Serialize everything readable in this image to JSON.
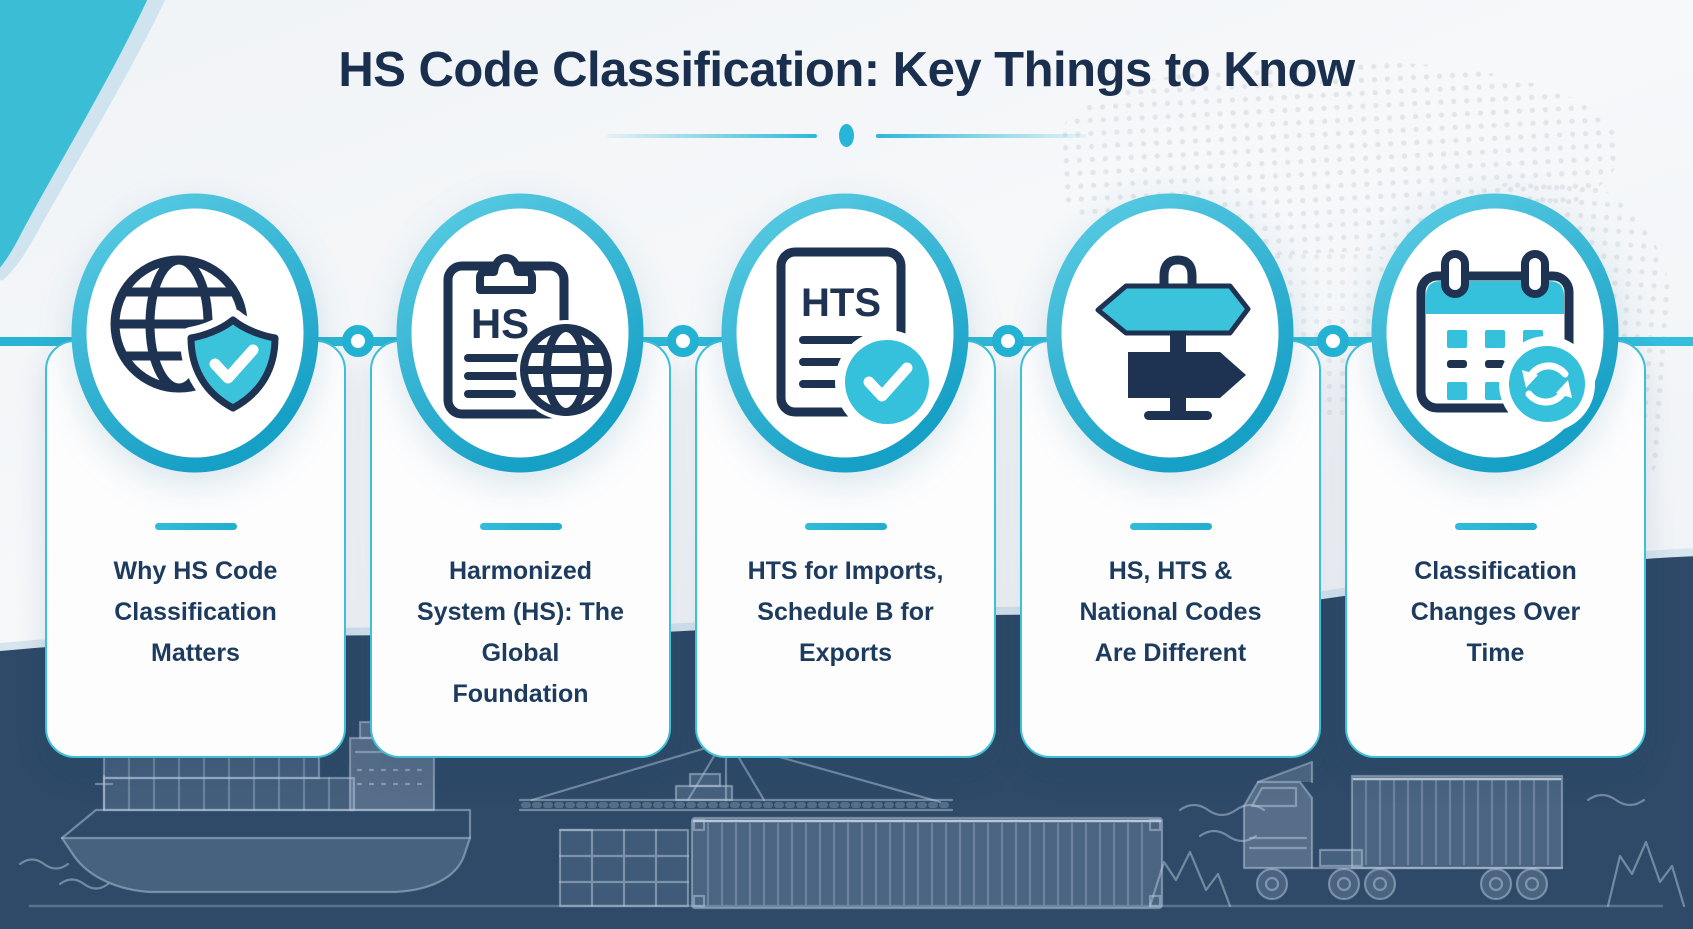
{
  "header": {
    "title": "HS Code Classification: Key Things to Know"
  },
  "steps": [
    {
      "label": "Why HS Code Classification Matters",
      "icon": "globe-shield-check"
    },
    {
      "label": "Harmonized System (HS): The Global Foundation",
      "icon": "clipboard-checklist-globe",
      "icon_text": "HS"
    },
    {
      "label": "HTS for Imports, Schedule B for Exports",
      "icon": "document-check",
      "icon_text": "HTS"
    },
    {
      "label": "HS, HTS & National Codes Are Different",
      "icon": "signpost-directions"
    },
    {
      "label": "Classification Changes Over Time",
      "icon": "calendar-refresh"
    }
  ],
  "colors": {
    "accent_teal": "#2db8d6",
    "navy_text": "#1d3b5e",
    "footer_navy": "#2e4a68"
  },
  "footer_scene": {
    "items": [
      "cargo-ship",
      "port-crane",
      "shipping-containers",
      "container-truck"
    ]
  }
}
